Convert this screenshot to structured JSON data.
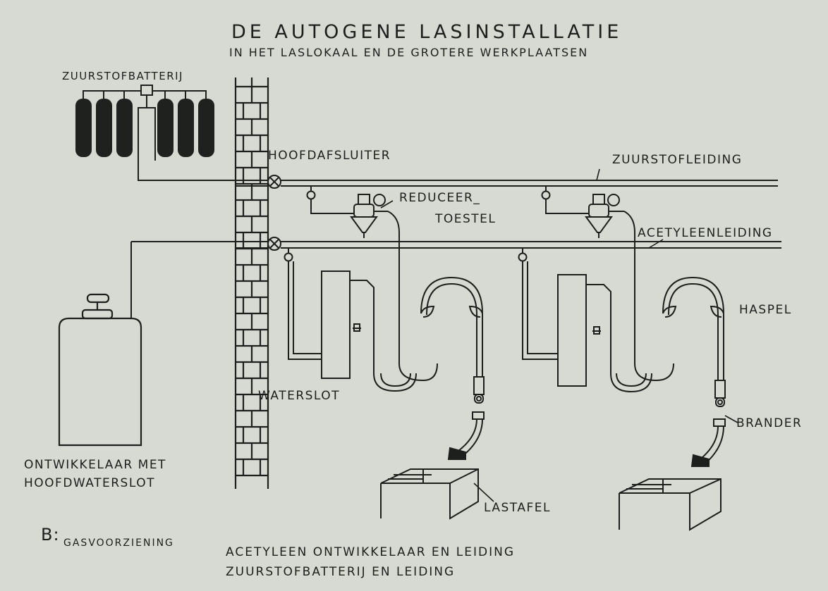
{
  "title": "DE AUTOGENE LASINSTALLATIE",
  "subtitle": "IN HET LASLOKAAL EN DE GROTERE WERKPLAATSEN",
  "labels": {
    "oxygen_battery": "ZUURSTOFBATTERIJ",
    "main_valve": "HOOFDAFSLUITER",
    "oxygen_line": "ZUURSTOFLEIDING",
    "reducer_1": "REDUCEER_",
    "reducer_2": "TOESTEL",
    "acetylene_line": "ACETYLEENLEIDING",
    "reel": "HASPEL",
    "water_lock": "WATERSLOT",
    "burner": "BRANDER",
    "generator_1": "ONTWIKKELAAR MET",
    "generator_2": "HOOFDWATERSLOT",
    "welding_table": "LASTAFEL"
  },
  "caption": {
    "letter": "B:",
    "line1_left": "GASVOORZIENING",
    "line1_right": "ACETYLEEN ONTWIKKELAAR EN LEIDING",
    "line2": "ZUURSTOFBATTERIJ EN LEIDING"
  },
  "colors": {
    "paper": "#d7d9d3",
    "ink": "#1d1f1d",
    "cylinder": "#1f211f"
  }
}
